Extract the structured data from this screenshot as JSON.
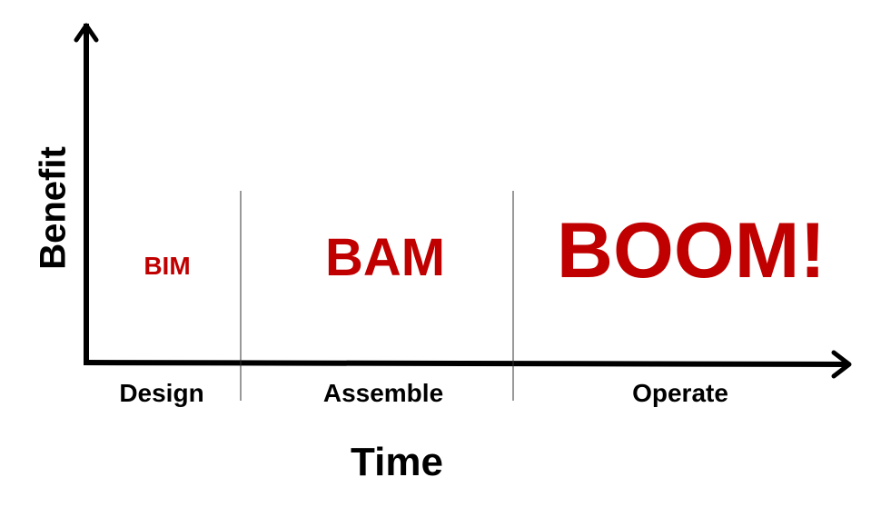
{
  "diagram": {
    "y_axis_label": "Benefit",
    "x_axis_label": "Time",
    "phases": [
      {
        "label": "Design",
        "value_label": "BIM"
      },
      {
        "label": "Assemble",
        "value_label": "BAM"
      },
      {
        "label": "Operate",
        "value_label": "BOOM!"
      }
    ],
    "colors": {
      "axis": "#000000",
      "emphasis": "#c00000"
    }
  }
}
